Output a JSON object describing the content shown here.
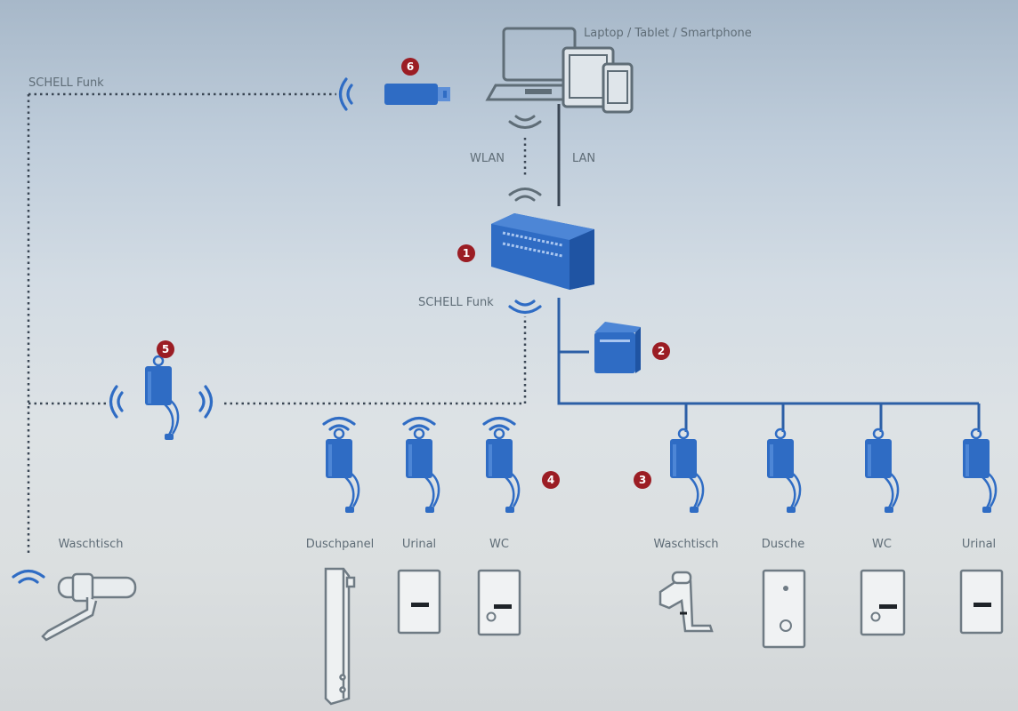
{
  "labels": {
    "devices": "Laptop / Tablet / Smartphone",
    "funk_top": "SCHELL Funk",
    "funk_mid": "SCHELL Funk",
    "wlan": "WLAN",
    "lan": "LAN"
  },
  "badges": [
    "1",
    "2",
    "3",
    "4",
    "5",
    "6"
  ],
  "wireless_fixtures": [
    "Waschtisch",
    "Duschpanel",
    "Urinal",
    "WC"
  ],
  "wired_fixtures": [
    "Waschtisch",
    "Dusche",
    "WC",
    "Urinal"
  ],
  "colors": {
    "accent": "#2f6cc4",
    "badge": "#9b1d24",
    "line": "#3a4654",
    "bus": "#2c5fa6"
  },
  "icons": [
    "laptop-icon",
    "tablet-icon",
    "smartphone-icon",
    "usb-stick-icon",
    "controller-icon",
    "power-supply-icon",
    "module-icon",
    "wifi-icon",
    "faucet-icon",
    "shower-panel-icon",
    "urinal-plate-icon",
    "wc-plate-icon",
    "shower-plate-icon"
  ]
}
